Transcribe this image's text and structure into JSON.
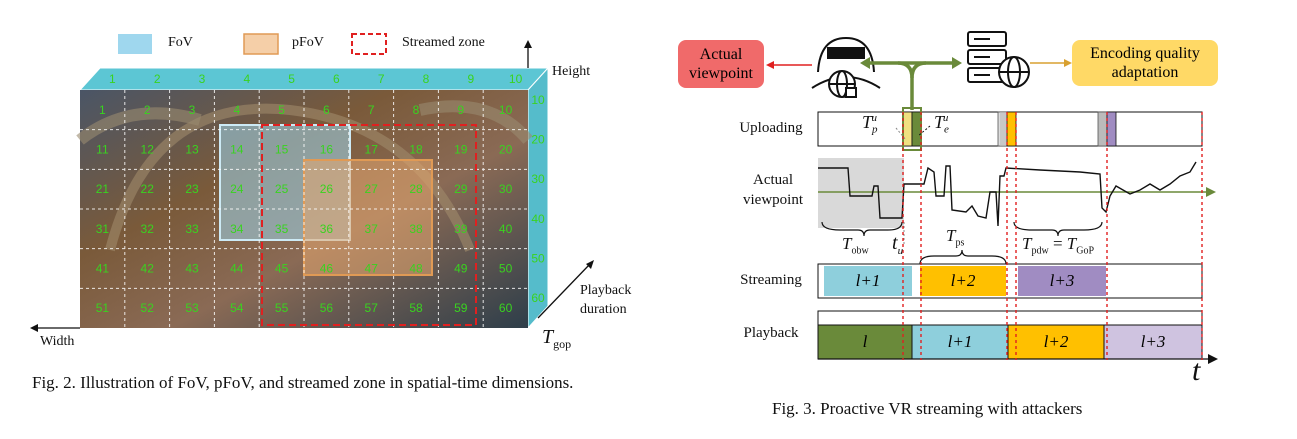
{
  "fig2": {
    "legend": {
      "fov": "FoV",
      "pfov": "pFoV",
      "streamed": "Streamed zone"
    },
    "axes": {
      "height": "Height",
      "width": "Width",
      "playback_line1": "Playback",
      "playback_line2": "duration",
      "tgop_main": "T",
      "tgop_sub": "gop"
    },
    "grid_numbers": [
      "1",
      "2",
      "3",
      "4",
      "5",
      "6",
      "7",
      "8",
      "9",
      "10",
      "11",
      "12",
      "13",
      "14",
      "15",
      "16",
      "17",
      "18",
      "19",
      "20",
      "21",
      "22",
      "23",
      "24",
      "25",
      "26",
      "27",
      "28",
      "29",
      "30",
      "31",
      "32",
      "33",
      "34",
      "35",
      "36",
      "37",
      "38",
      "39",
      "40",
      "41",
      "42",
      "43",
      "44",
      "45",
      "46",
      "47",
      "48",
      "49",
      "50",
      "51",
      "52",
      "53",
      "54",
      "55",
      "56",
      "57",
      "58",
      "59",
      "60"
    ],
    "caption": "Fig. 2. Illustration of FoV, pFoV, and streamed zone in spatial-time dimensions."
  },
  "fig3": {
    "actual_viewpoint_box": "Actual viewpoint",
    "encoding_box": "Encoding quality adaptation",
    "rows": {
      "uploading": "Uploading",
      "actual_viewpoint": "Actual viewpoint",
      "streaming": "Streaming",
      "playback": "Playback"
    },
    "symbols": {
      "tpu": "T",
      "tpu_sub": "p",
      "tpu_sup": "u",
      "teu": "T",
      "teu_sub": "e",
      "teu_sup": "u",
      "tobw": "T",
      "tobw_sub": "obw",
      "tu": "t",
      "tu_sub": "u",
      "tps": "T",
      "tps_sub": "ps",
      "tpdw": "T",
      "tpdw_sub": "pdw",
      "eq": "=",
      "tgop": "T",
      "tgop_sub": "GoP",
      "t_axis": "t"
    },
    "streaming_segments": [
      "l+1",
      "l+2",
      "l+3"
    ],
    "playback_segments": [
      "l",
      "l+1",
      "l+2",
      "l+3"
    ],
    "colors": {
      "green": "#6a8a3a",
      "blue": "#8ecfdc",
      "yellow": "#ffc000",
      "purple": "#a08cc2",
      "lavender": "#cfc3e0",
      "red_box": "#f06a6a",
      "yellow_box": "#ffd966"
    },
    "caption": "Fig. 3. Proactive VR streaming with attackers"
  }
}
